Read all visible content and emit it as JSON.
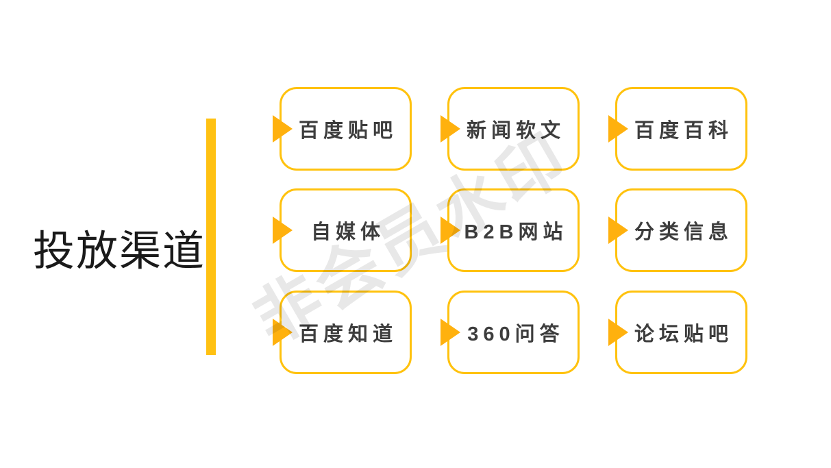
{
  "slide": {
    "title": "投放渠道",
    "watermark": "非会员水印",
    "channels": [
      {
        "label": "百度贴吧"
      },
      {
        "label": "新闻软文"
      },
      {
        "label": "百度百科"
      },
      {
        "label": "自媒体"
      },
      {
        "label": "B2B网站"
      },
      {
        "label": "分类信息"
      },
      {
        "label": "百度知道"
      },
      {
        "label": "360问答"
      },
      {
        "label": "论坛贴吧"
      }
    ],
    "colors": {
      "background": "#FFFFFF",
      "box_border": "#FFC20E",
      "arrow": "#FFB10E",
      "accent_bar": "#FFC112",
      "label_text": "#3D3D3D",
      "title_text": "#1A1A1A",
      "watermark_text": "#E8E8E8"
    }
  }
}
